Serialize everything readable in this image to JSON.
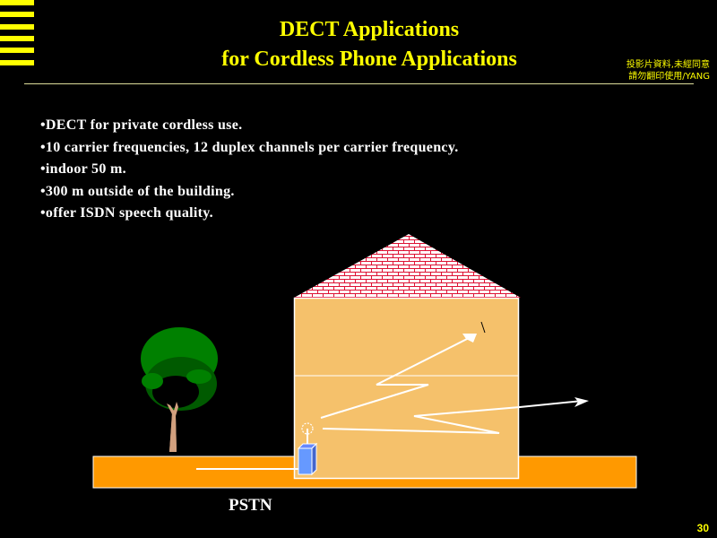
{
  "title": {
    "line1": "DECT Applications",
    "line2": "for Cordless Phone Applications"
  },
  "copyright_note": {
    "line1": "投影片資料,未經同意",
    "line2": "請勿翻印使用/YANG"
  },
  "bullets": [
    "DECT for private cordless use.",
    "10 carrier frequencies, 12 duplex channels per carrier frequency.",
    "indoor 50 m.",
    "300 m outside of the building.",
    "offer ISDN speech quality."
  ],
  "diagram": {
    "pstn_label": "PSTN"
  },
  "page_number": "30",
  "colors": {
    "accent": "#ffff00",
    "ground": "#ff9900",
    "house": "#f5c16b",
    "base_station": "#6699ff",
    "roof_mortar": "#dd1133"
  }
}
